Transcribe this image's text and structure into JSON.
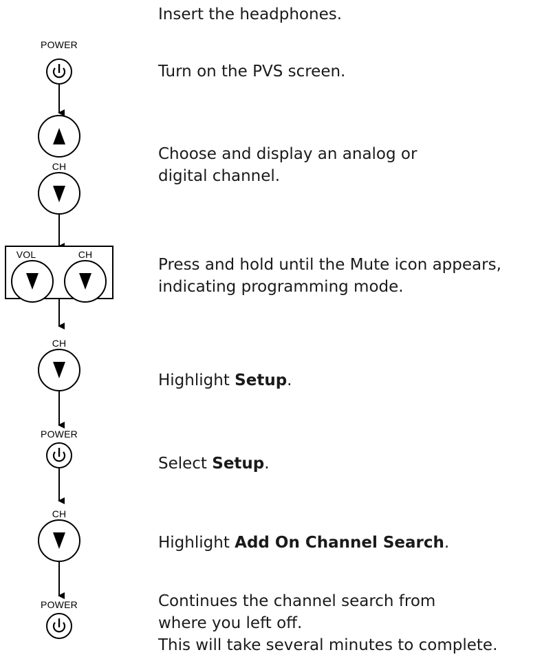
{
  "button_labels": {
    "power": "POWER",
    "ch": "CH",
    "vol": "VOL"
  },
  "steps": [
    {
      "lines": [
        "Insert the headphones."
      ]
    },
    {
      "lines": [
        "Turn on the PVS screen."
      ]
    },
    {
      "lines": [
        "Choose and display an analog or",
        "digital channel."
      ]
    },
    {
      "lines": [
        "Press and hold until the Mute icon appears,",
        "indicating programming mode."
      ]
    },
    {
      "text_before": "Highlight ",
      "bold": "Setup",
      "text_after": "."
    },
    {
      "text_before": "Select ",
      "bold": "Setup",
      "text_after": "."
    },
    {
      "text_before": "Highlight ",
      "bold": "Add On Channel Search",
      "text_after": "."
    },
    {
      "lines": [
        "Continues the channel search from",
        "where you left off.",
        "This will take several minutes to complete."
      ]
    }
  ],
  "icons": {
    "power": "power-icon",
    "up": "triangle-up-icon",
    "down": "triangle-down-icon",
    "arrow": "arrow-down-icon"
  }
}
